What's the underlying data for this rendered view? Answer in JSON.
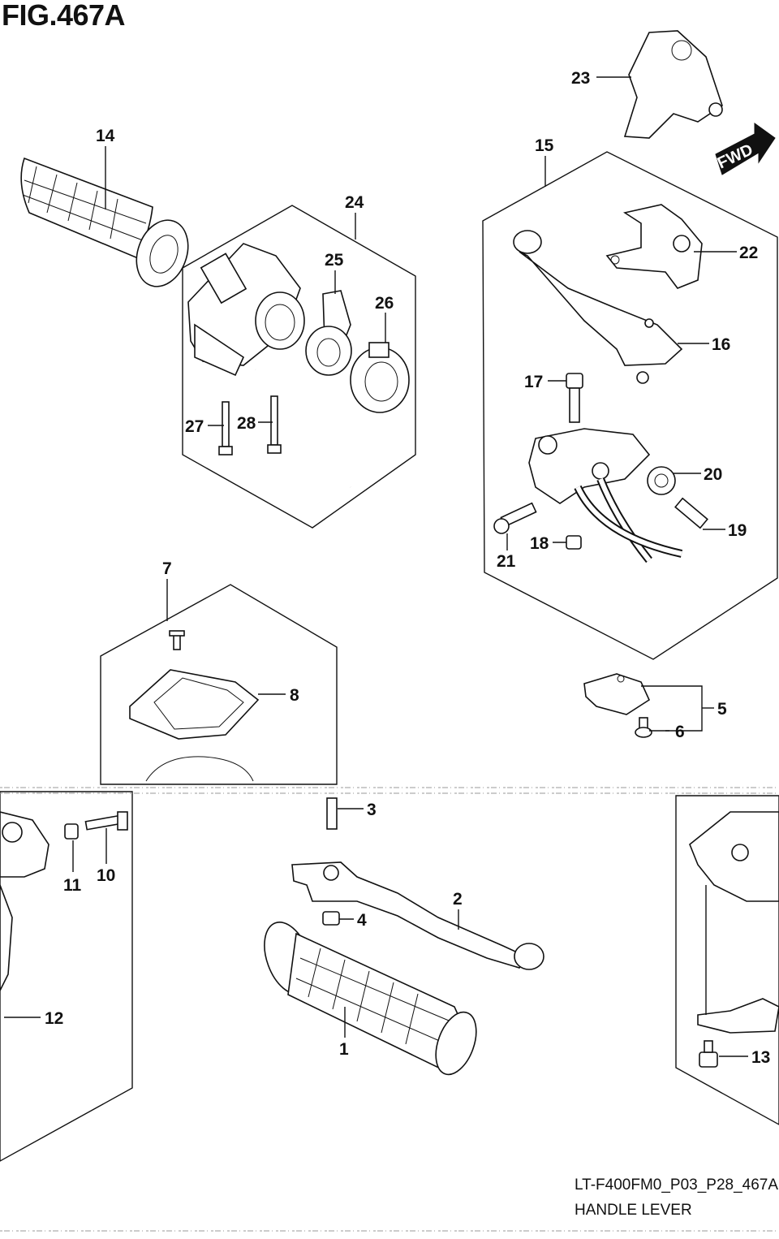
{
  "figure": {
    "title": "FIG.467A",
    "code": "LT-F400FM0_P03_P28_467A",
    "name": "HANDLE LEVER",
    "direction_label": "FWD"
  },
  "callouts": {
    "c1": "1",
    "c2": "2",
    "c3": "3",
    "c4": "4",
    "c5": "5",
    "c6": "6",
    "c7": "7",
    "c8": "8",
    "c10": "10",
    "c11": "11",
    "c12": "12",
    "c13": "13",
    "c14": "14",
    "c15": "15",
    "c16": "16",
    "c17": "17",
    "c18": "18",
    "c19": "19",
    "c20": "20",
    "c21": "21",
    "c22": "22",
    "c23": "23",
    "c24": "24",
    "c25": "25",
    "c26": "26",
    "c27": "27",
    "c28": "28"
  }
}
